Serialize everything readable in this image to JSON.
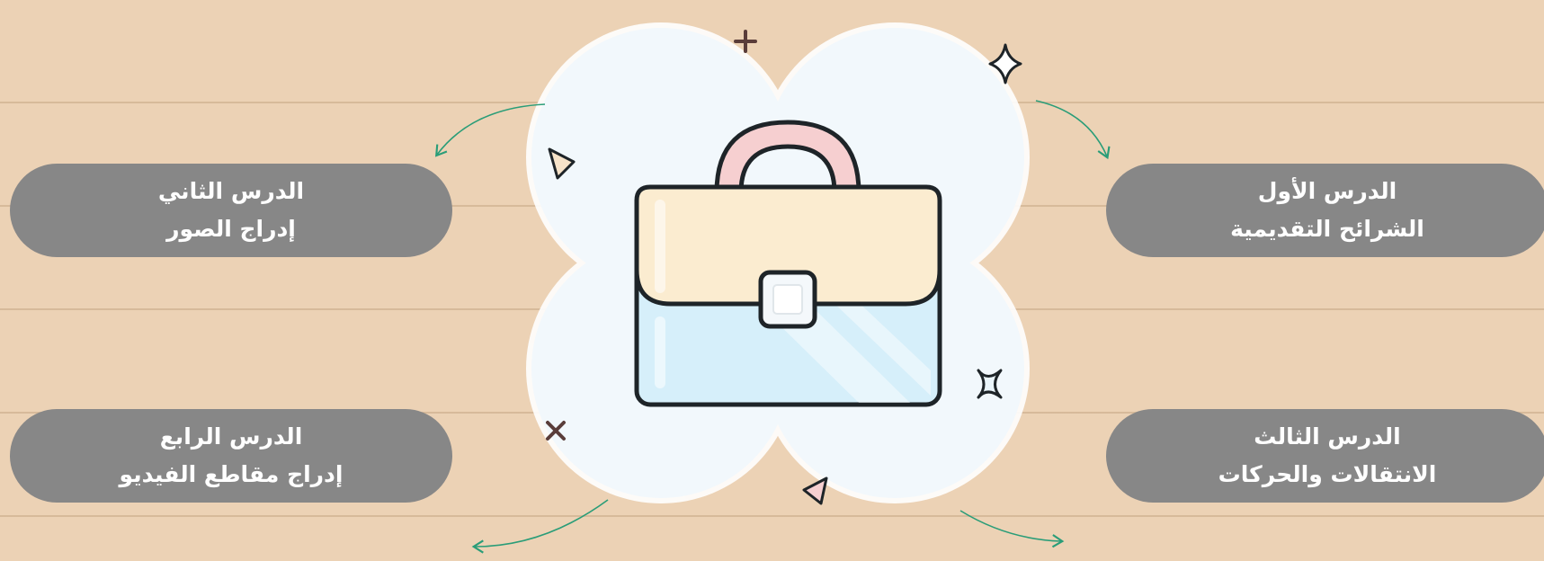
{
  "lessons": [
    {
      "title": "الدرس الأول",
      "subtitle": "الشرائح التقديمية"
    },
    {
      "title": "الدرس الثاني",
      "subtitle": "إدراج الصور"
    },
    {
      "title": "الدرس الثالث",
      "subtitle": "الانتقالات والحركات"
    },
    {
      "title": "الدرس الرابع",
      "subtitle": "إدراج مقاطع الفيديو"
    }
  ],
  "colors": {
    "background": "#ecd2b5",
    "pill": "#878787",
    "arrow": "#2a9d78",
    "cloud": "#f2f8fc",
    "bag_flap": "#fbecd0",
    "bag_body": "#d6effa",
    "bag_handle": "#f6cfd0",
    "outline": "#1e2428"
  },
  "icons": [
    "briefcase-icon",
    "plus-icon",
    "sparkle-icon",
    "triangle-icon",
    "cross-icon"
  ]
}
